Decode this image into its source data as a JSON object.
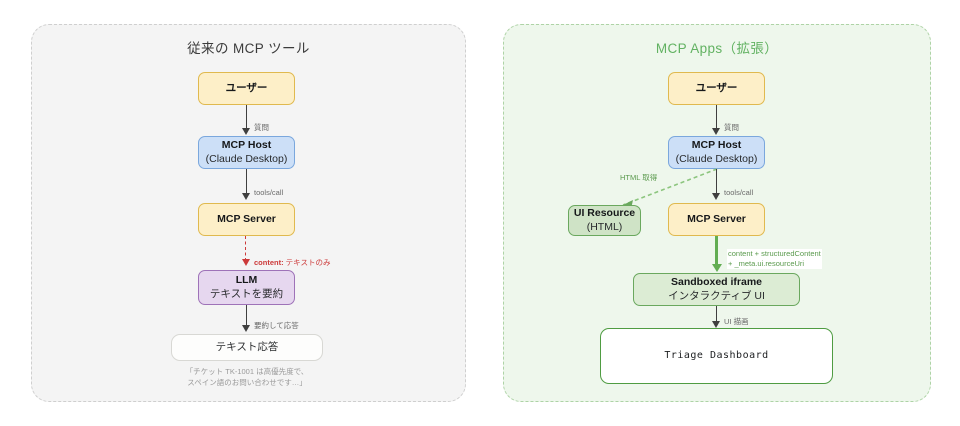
{
  "diagram": {
    "type": "flowchart-comparison",
    "panels": [
      {
        "id": "legacy",
        "title": "従来の MCP ツール",
        "accent_color": "#3b3b3b",
        "background": "#f4f4f4",
        "nodes": [
          {
            "id": "user",
            "line1": "ユーザー",
            "line2": "",
            "style": "amber"
          },
          {
            "id": "mcp-host",
            "line1": "MCP Host",
            "line2": "(Claude Desktop)",
            "style": "blue"
          },
          {
            "id": "mcp-server",
            "line1": "MCP Server",
            "line2": "",
            "style": "amber"
          },
          {
            "id": "llm",
            "line1": "LLM",
            "line2": "テキストを要約",
            "style": "purple"
          },
          {
            "id": "text-reply",
            "line1": "テキスト応答",
            "line2": "",
            "style": "white"
          }
        ],
        "edges": [
          {
            "from": "user",
            "to": "mcp-host",
            "label": "質問",
            "kind": "solid"
          },
          {
            "from": "mcp-host",
            "to": "mcp-server",
            "label": "tools/call",
            "kind": "solid"
          },
          {
            "from": "mcp-server",
            "to": "llm",
            "label": "content: テキストのみ",
            "label_strong": "content:",
            "label_plain": " テキストのみ",
            "kind": "dashed-red"
          },
          {
            "from": "llm",
            "to": "text-reply",
            "label": "要約して応答",
            "kind": "solid"
          }
        ],
        "caption": [
          "「チケット TK-1001 は高優先度で、",
          "スペイン語のお問い合わせです…」"
        ]
      },
      {
        "id": "apps",
        "title": "MCP Apps（拡張）",
        "accent_color": "#62b262",
        "background": "#eef7ec",
        "nodes": [
          {
            "id": "user",
            "line1": "ユーザー",
            "line2": "",
            "style": "amber"
          },
          {
            "id": "mcp-host",
            "line1": "MCP Host",
            "line2": "(Claude Desktop)",
            "style": "blue"
          },
          {
            "id": "ui-resource",
            "line1": "UI Resource",
            "line2": "(HTML)",
            "style": "green"
          },
          {
            "id": "mcp-server",
            "line1": "MCP Server",
            "line2": "",
            "style": "amber"
          },
          {
            "id": "iframe",
            "line1": "Sandboxed iframe",
            "line2": "インタラクティブ UI",
            "style": "green-light"
          },
          {
            "id": "dashboard",
            "line1": "Triage Dashboard",
            "line2": "",
            "style": "screen",
            "mono": true
          }
        ],
        "edges": [
          {
            "from": "user",
            "to": "mcp-host",
            "label": "質問",
            "kind": "solid"
          },
          {
            "from": "mcp-host",
            "to": "ui-resource",
            "label": "HTML 取得",
            "kind": "dashed-green"
          },
          {
            "from": "mcp-host",
            "to": "mcp-server",
            "label": "tools/call",
            "kind": "solid"
          },
          {
            "from": "mcp-server",
            "to": "iframe",
            "label_line1": "content + structuredContent",
            "label_line2": "+ _meta.ui.resourceUri",
            "kind": "solid-green"
          },
          {
            "from": "iframe",
            "to": "dashboard",
            "label": "UI 描画",
            "kind": "solid"
          }
        ]
      }
    ]
  }
}
